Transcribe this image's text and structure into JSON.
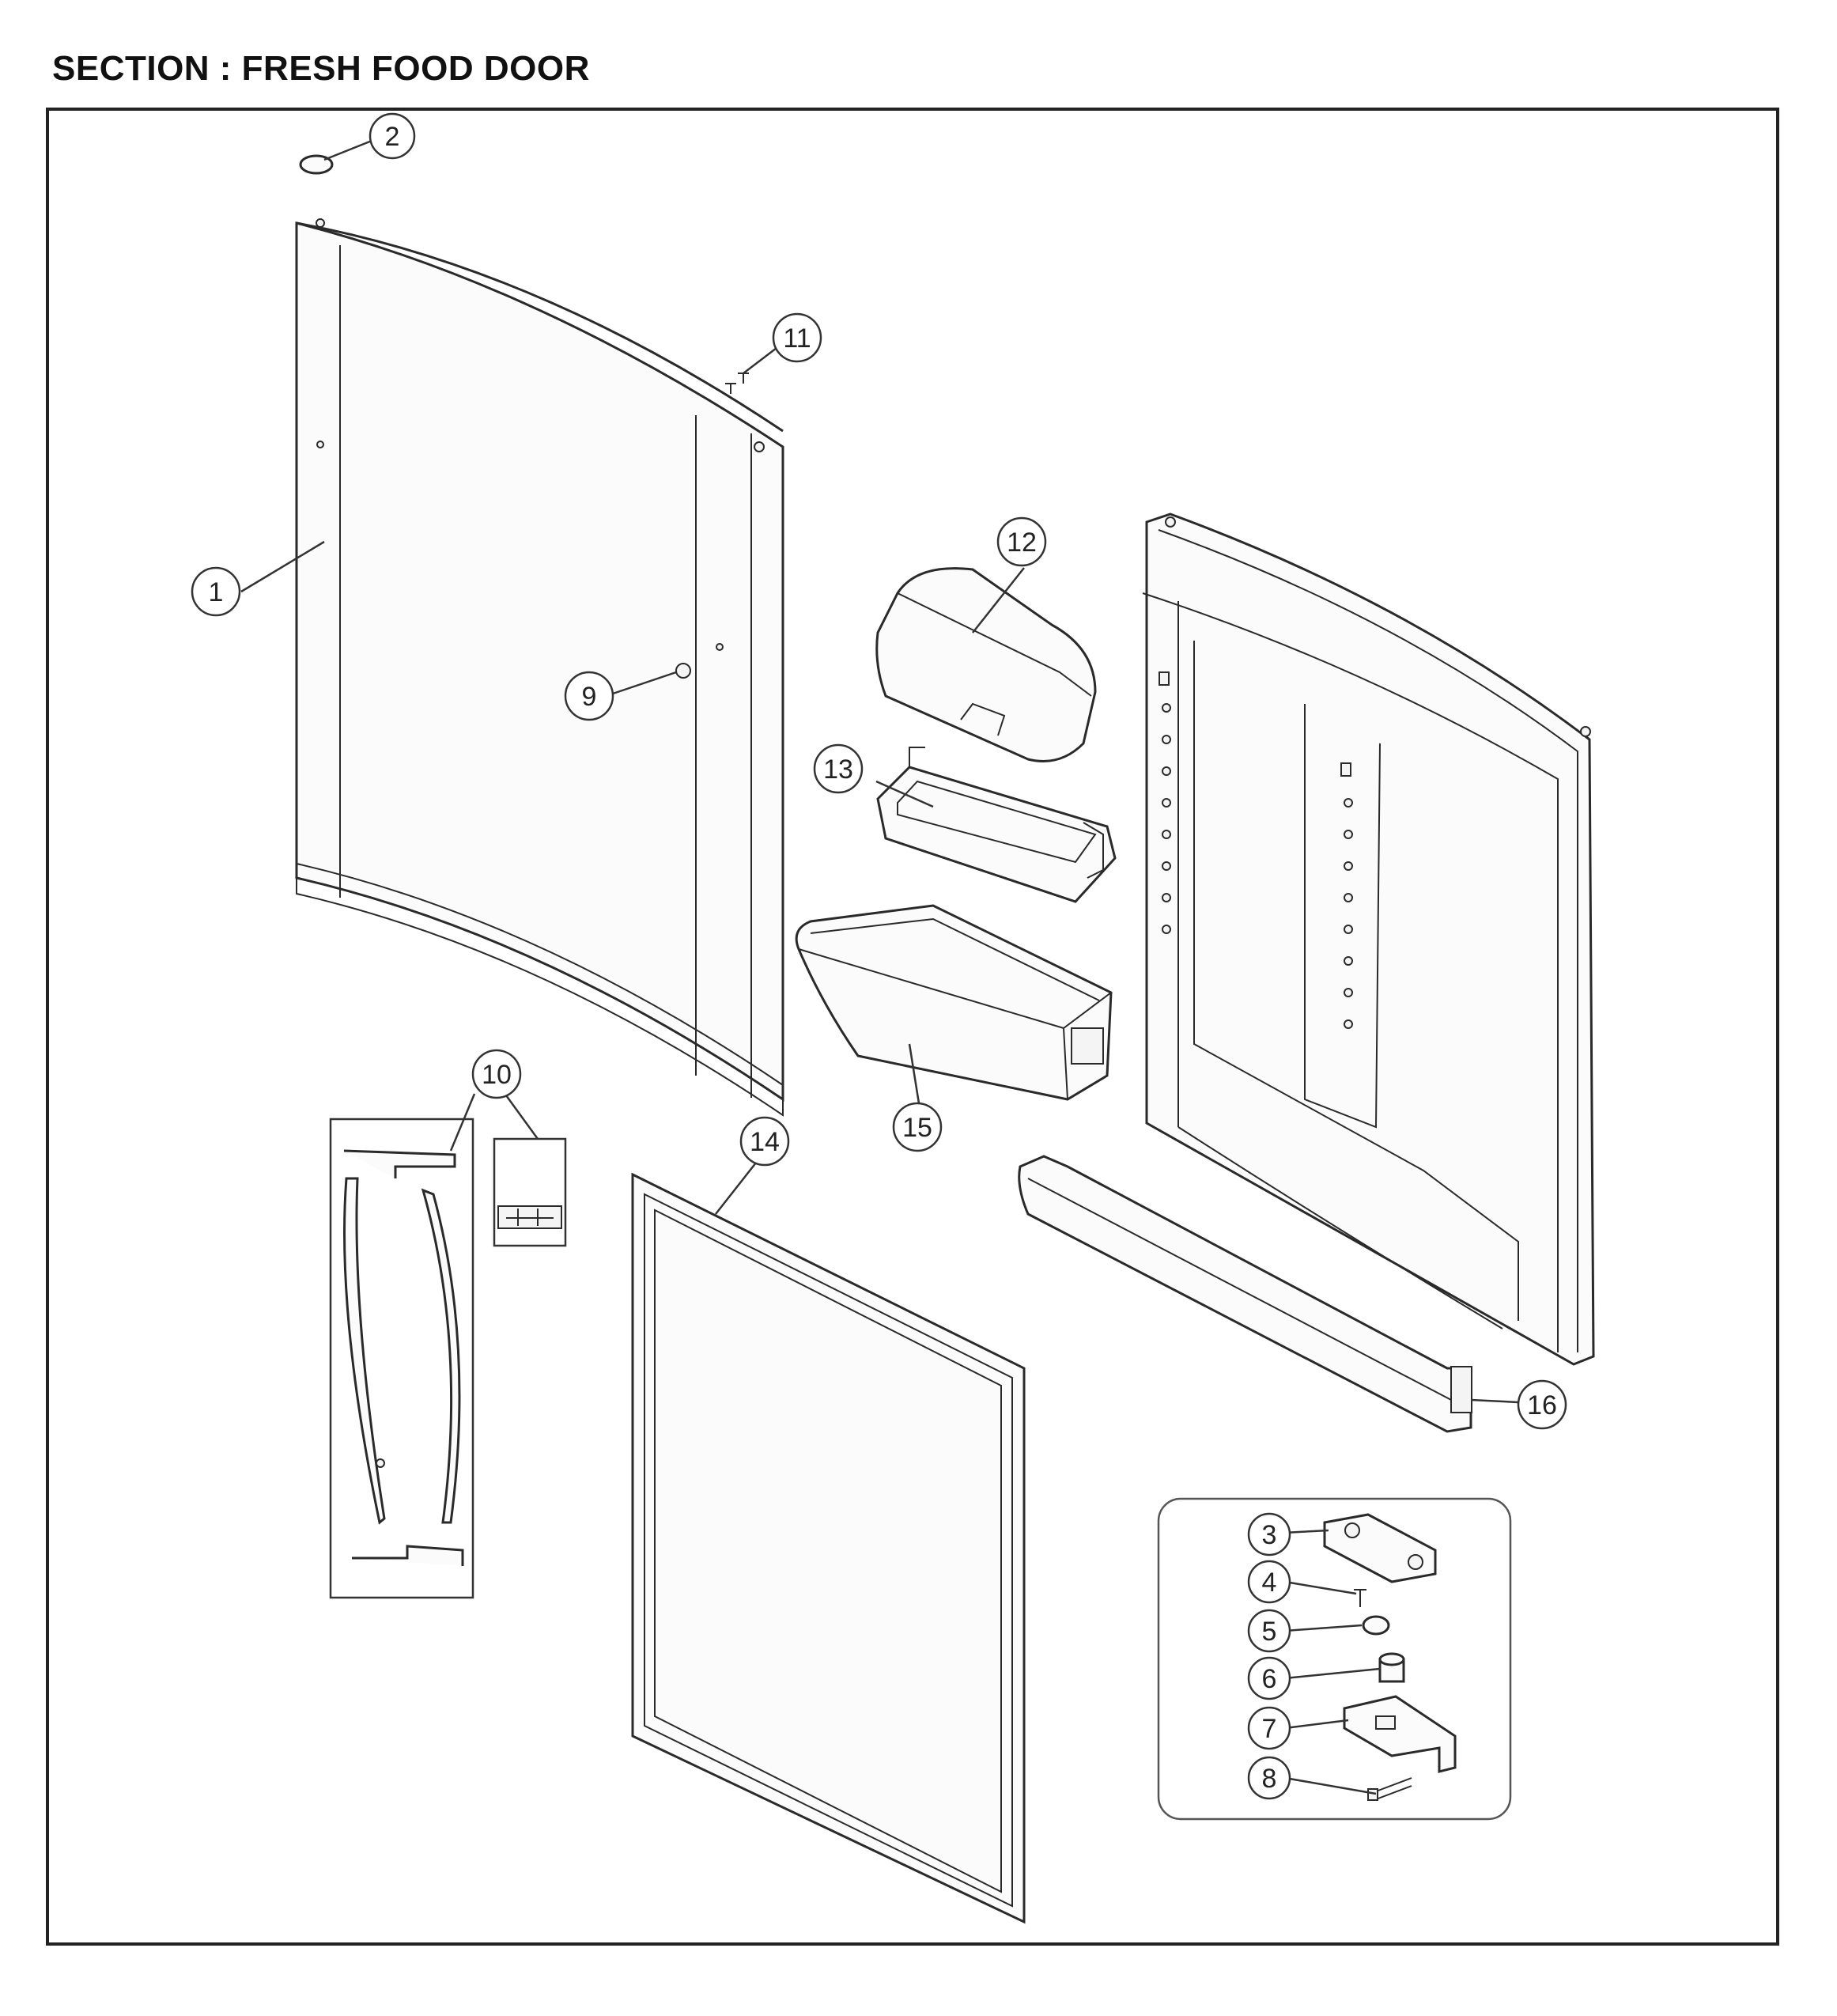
{
  "section": {
    "title": "SECTION : FRESH FOOD DOOR"
  },
  "callouts": [
    {
      "id": "1",
      "label": "1"
    },
    {
      "id": "2",
      "label": "2"
    },
    {
      "id": "3",
      "label": "3"
    },
    {
      "id": "4",
      "label": "4"
    },
    {
      "id": "5",
      "label": "5"
    },
    {
      "id": "6",
      "label": "6"
    },
    {
      "id": "7",
      "label": "7"
    },
    {
      "id": "8",
      "label": "8"
    },
    {
      "id": "9",
      "label": "9"
    },
    {
      "id": "10",
      "label": "10"
    },
    {
      "id": "11",
      "label": "11"
    },
    {
      "id": "12",
      "label": "12"
    },
    {
      "id": "13",
      "label": "13"
    },
    {
      "id": "14",
      "label": "14"
    },
    {
      "id": "15",
      "label": "15"
    },
    {
      "id": "16",
      "label": "16"
    }
  ]
}
